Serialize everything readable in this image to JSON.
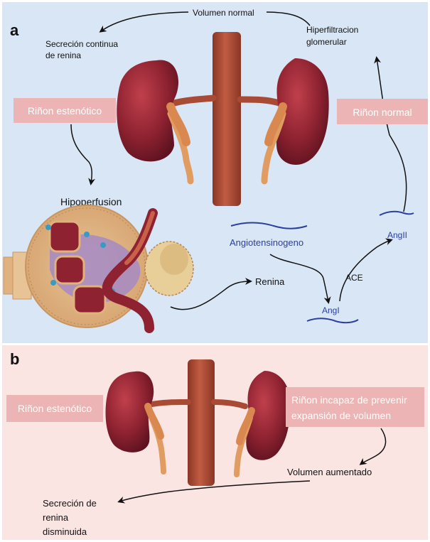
{
  "panel_a": {
    "letter": "a",
    "volumen_normal": "Volumen normal",
    "secrecion_line1": "Secreción continua",
    "secrecion_line2": "de renina",
    "hiperfiltracion_line1": "Hiperfiltracion",
    "hiperfiltracion_line2": "glomerular",
    "rinon_estenotico": "Riñon estenótico",
    "rinon_normal": "Riñon normal",
    "hipoperfusion": "Hipoperfusion",
    "angiotensinogeno": "Angiotensinogeno",
    "renina": "Renina",
    "angI": "AngI",
    "angII": "AngII",
    "ace": "ACE"
  },
  "panel_b": {
    "letter": "b",
    "rinon_estenotico": "Riñon estenótico",
    "incapaz_line1": "Riñon incapaz de prevenir",
    "incapaz_line2": "expansión de volumen",
    "volumen_aumentado": "Volumen aumentado",
    "secrecion_line1": "Secreción de",
    "secrecion_line2": "renina",
    "secrecion_line3": "disminuida"
  },
  "colors": {
    "panel_a_bg": "#d9e6f6",
    "panel_b_bg": "#fbe5e3",
    "label_box": "#ecb4b4",
    "label_text": "#ffffff",
    "kidney": "#8e2230",
    "aorta": "#a84a34",
    "ureter": "#e09c61",
    "peptide_blue": "#2c3f9e"
  }
}
